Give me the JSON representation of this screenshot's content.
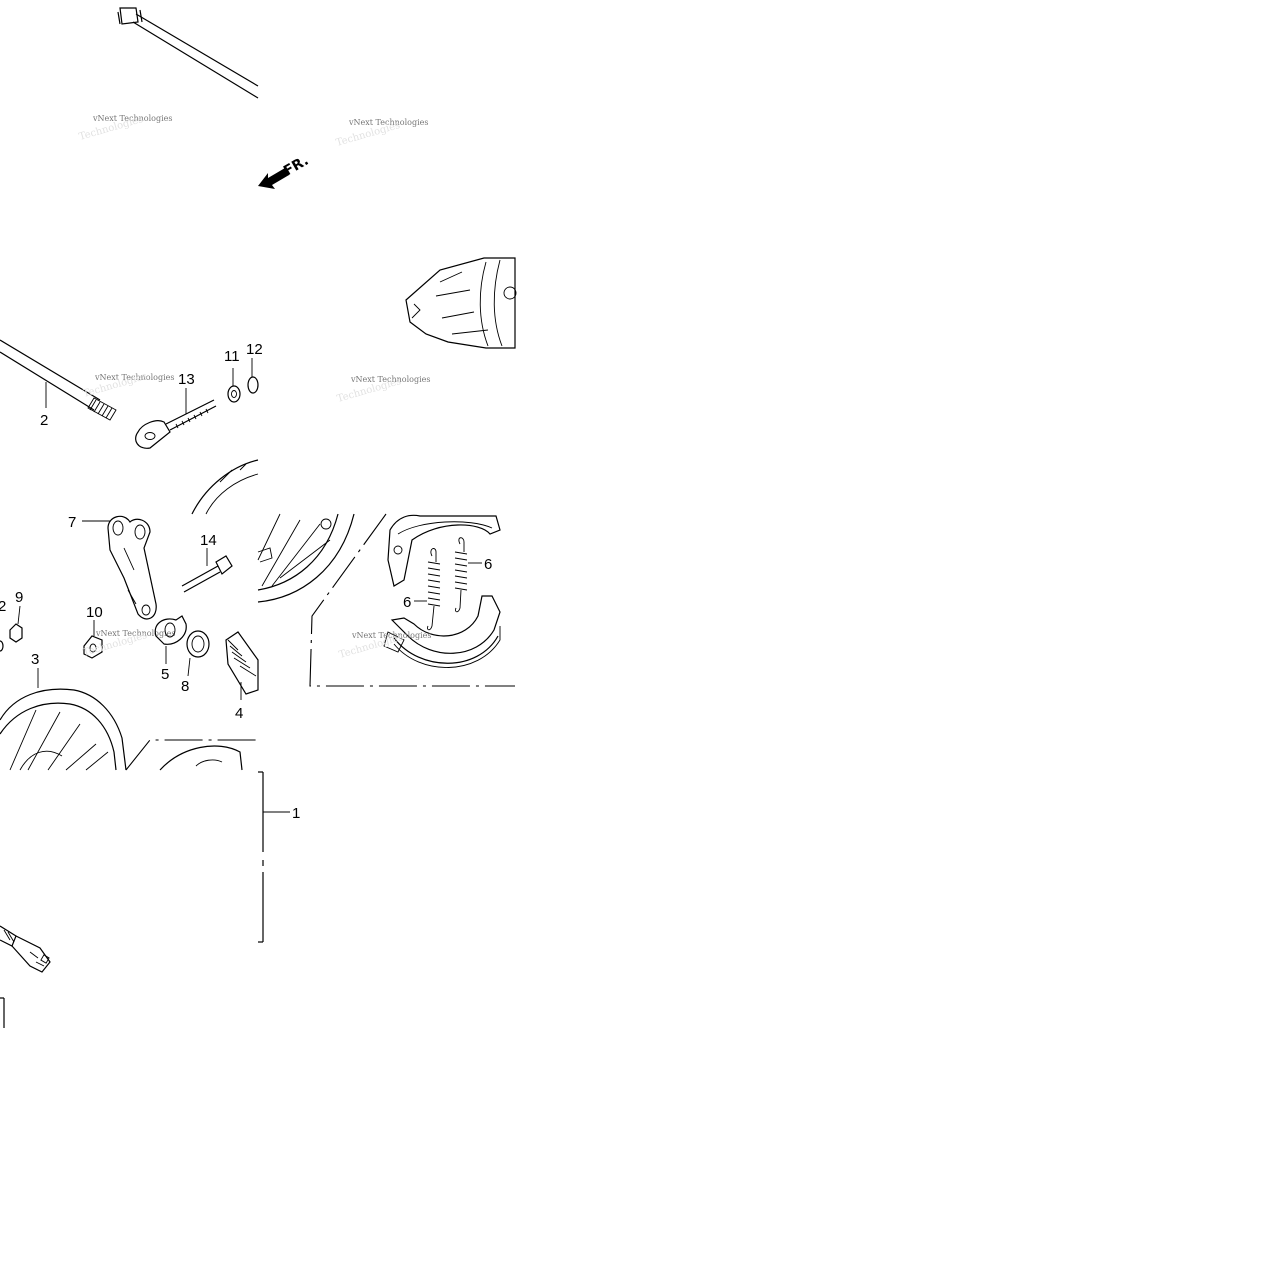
{
  "watermark": {
    "text": "vNext Technologies"
  },
  "direction_indicator": {
    "text": "FR."
  },
  "callouts": {
    "p1": "1",
    "p2": "2",
    "p2b": "2",
    "p3": "3",
    "p4": "4",
    "p5": "5",
    "p6a": "6",
    "p6b": "6",
    "p7": "7",
    "p8": "8",
    "p9": "9",
    "p10": "10",
    "p11": "11",
    "p12": "12",
    "p13": "13",
    "p14": "14"
  }
}
